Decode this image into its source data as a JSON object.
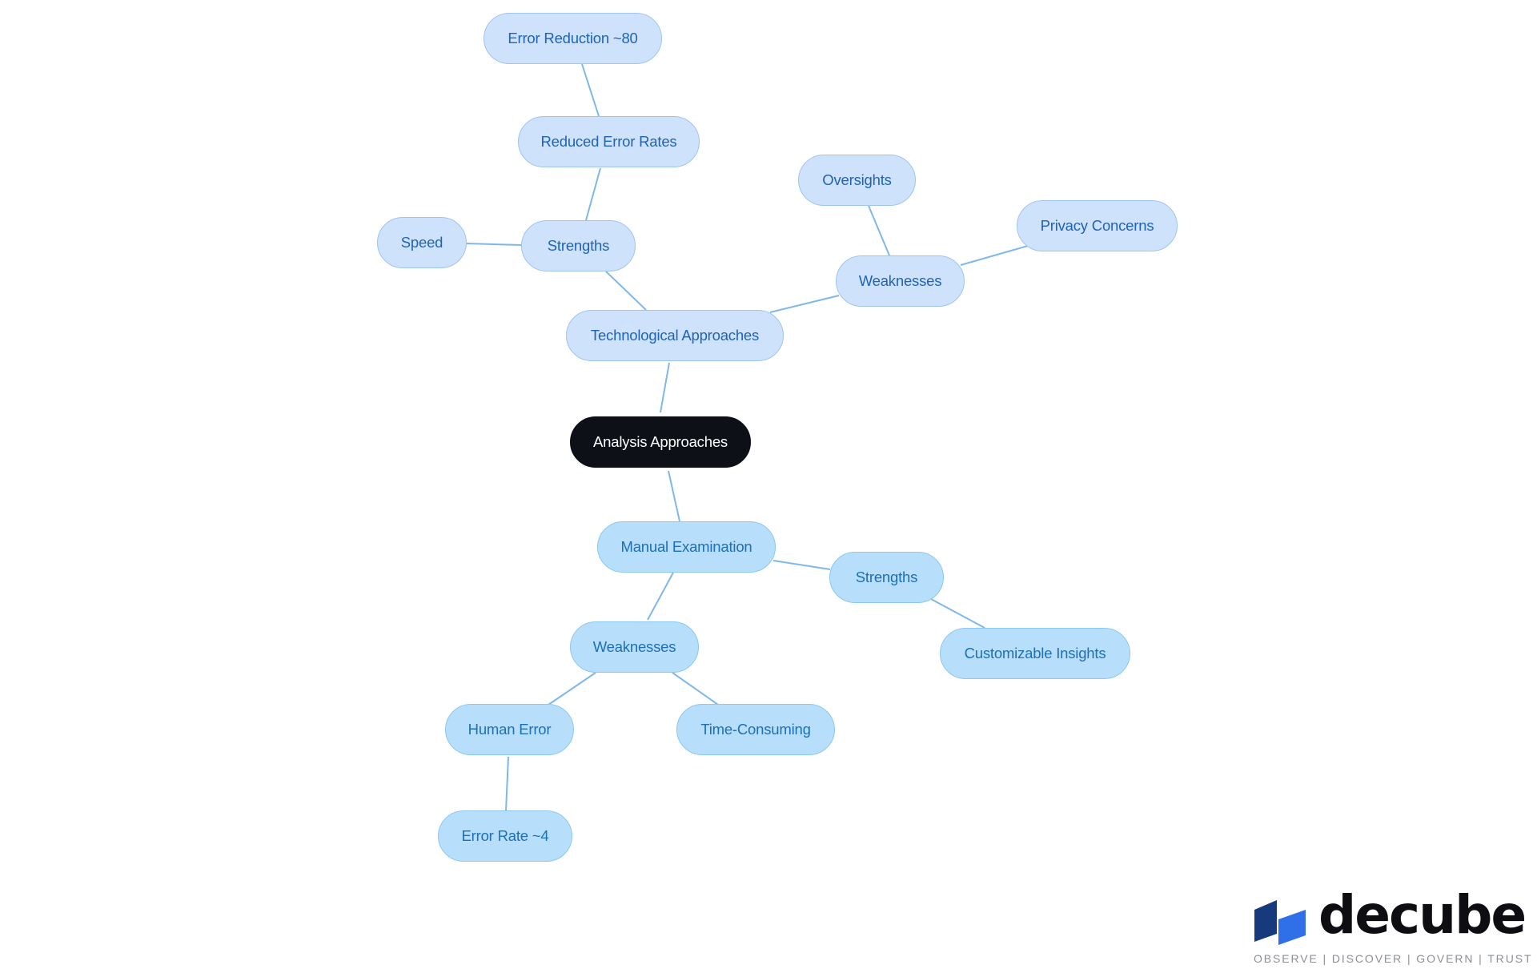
{
  "diagram": {
    "root": "Analysis Approaches",
    "technological": {
      "label": "Technological Approaches",
      "strengths": {
        "label": "Strengths",
        "speed": "Speed",
        "reduced_error_rates": {
          "label": "Reduced Error Rates",
          "error_reduction": "Error Reduction ~80"
        }
      },
      "weaknesses": {
        "label": "Weaknesses",
        "oversights": "Oversights",
        "privacy_concerns": "Privacy Concerns"
      }
    },
    "manual": {
      "label": "Manual Examination",
      "strengths": {
        "label": "Strengths",
        "customizable_insights": "Customizable Insights"
      },
      "weaknesses": {
        "label": "Weaknesses",
        "human_error": {
          "label": "Human Error",
          "error_rate": "Error Rate ~4"
        },
        "time_consuming": "Time-Consuming"
      }
    }
  },
  "colors": {
    "root_fill": "#0d1117",
    "tech_fill": "#cfe2fb",
    "tech_text": "#1f63b7",
    "manual_fill": "#b7dffc",
    "manual_text": "#1e6fb5",
    "link": "#7fb8e8"
  },
  "logo": {
    "wordmark": "decube",
    "tagline": "OBSERVE | DISCOVER | GOVERN | TRUST"
  }
}
